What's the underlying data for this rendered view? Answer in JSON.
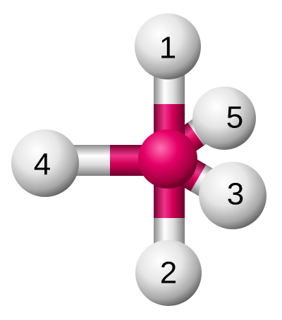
{
  "molecule": {
    "central_atom": {
      "color": "#e0005e"
    },
    "ligand_color": "#e8e8e8",
    "ligands": [
      {
        "label": "1"
      },
      {
        "label": "2"
      },
      {
        "label": "3"
      },
      {
        "label": "4"
      },
      {
        "label": "5"
      }
    ]
  }
}
